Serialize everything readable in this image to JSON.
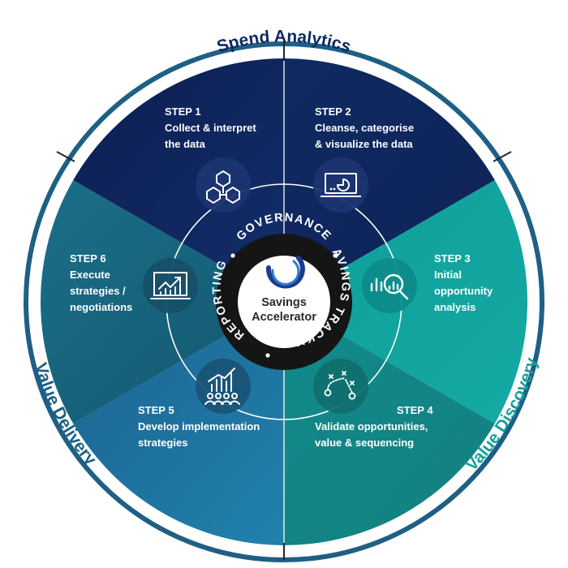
{
  "arc_labels": {
    "top": "Spend Analytics",
    "left": "Value Delivery",
    "right": "Value Discovery"
  },
  "ring": {
    "top": "GOVERNANCE",
    "right": "SAVINGS TRACKING",
    "left": "REPORTING"
  },
  "center": {
    "line1": "Savings",
    "line2": "Accelerator"
  },
  "steps": [
    {
      "title": "STEP 1",
      "line1": "Collect & interpret",
      "line2": "the data",
      "line3": "",
      "icon": "blocks-network-icon"
    },
    {
      "title": "STEP 2",
      "line1": "Cleanse, categorise",
      "line2": "& visualize the data",
      "line3": "",
      "icon": "laptop-chart-icon"
    },
    {
      "title": "STEP 3",
      "line1": "Initial",
      "line2": "opportunity",
      "line3": "analysis",
      "icon": "chart-magnifier-icon"
    },
    {
      "title": "STEP 4",
      "line1": "Validate opportunities,",
      "line2": "value & sequencing",
      "line3": "",
      "icon": "strategy-play-icon"
    },
    {
      "title": "STEP 5",
      "line1": "Develop implementation",
      "line2": "strategies",
      "line3": "",
      "icon": "team-growth-icon"
    },
    {
      "title": "STEP 6",
      "line1": "Execute",
      "line2": "strategies /",
      "line3": "negotiations",
      "icon": "trend-screen-icon"
    }
  ],
  "colors": {
    "navy_dark": "#0d2258",
    "navy": "#14326e",
    "teal_bright": "#12a6a0",
    "teal": "#13868a",
    "blue": "#1d6e9a",
    "slate_teal": "#155f78",
    "label_navy": "#0d2a5f",
    "label_teal": "#14a19c",
    "label_blue": "#1a5f86"
  }
}
